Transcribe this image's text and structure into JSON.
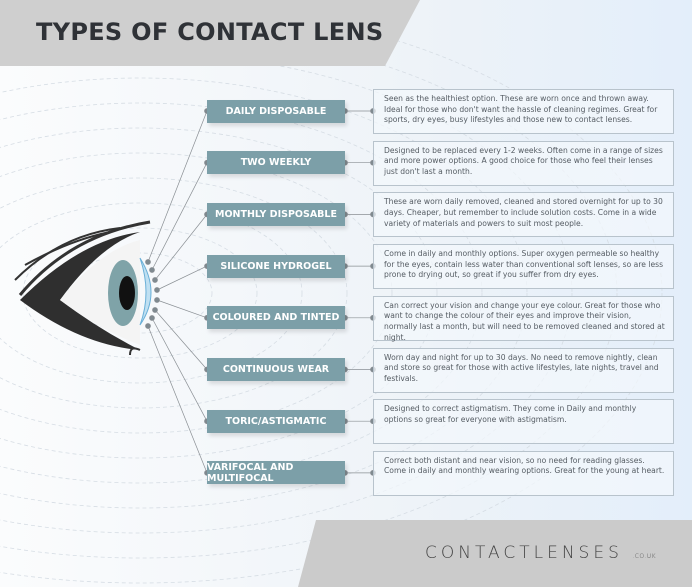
{
  "title": "TYPES OF CONTACT LENS",
  "types": [
    {
      "label": "DAILY DISPOSABLE",
      "description": "Seen as the healthiest option. These are worn once and thrown away. Ideal for those who don't want the hassle of cleaning regimes. Great for sports, dry eyes, busy lifestyles and those new to contact lenses."
    },
    {
      "label": "TWO WEEKLY",
      "description": "Designed to be replaced every 1-2 weeks. Often come in a range of sizes and more power options. A good choice for those who feel their lenses just don't last a month."
    },
    {
      "label": "MONTHLY DISPOSABLE",
      "description": "These are worn daily removed, cleaned and stored overnight for up to 30 days. Cheaper, but remember to include solution costs. Come in a wide variety of materials and powers to suit most people."
    },
    {
      "label": "SILICONE HYDROGEL",
      "description": "Come in daily and monthly options. Super oxygen permeable so healthy for the eyes, contain less water than conventional soft lenses, so are less prone to drying out, so great if you suffer from dry eyes."
    },
    {
      "label": "COLOURED AND TINTED",
      "description": "Can correct your vision and change your eye colour. Great for those who want to change the colour of their eyes and improve their vision, normally last a month, but will need to be removed cleaned and stored at night."
    },
    {
      "label": "CONTINUOUS WEAR",
      "description": "Worn day and night for up to 30 days. No need to remove nightly, clean and store so great for those with active lifestyles, late nights, travel and festivals."
    },
    {
      "label": "TORIC/ASTIGMATIC",
      "description": "Designed to correct astigmatism. They come in Daily and monthly options so great for everyone with astigmatism."
    },
    {
      "label": "VARIFOCAL AND MULTIFOCAL",
      "description": "Correct both distant and near vision, so no need for reading glasses. Come in daily and monthly wearing options. Great for the young at heart."
    }
  ],
  "logo": {
    "main": "CONTACTLENSES",
    "suffix": ".CO.UK"
  },
  "colors": {
    "label_bg": "#7c9fa8",
    "header_gray": "#cfcfcf",
    "title": "#2f3237"
  }
}
